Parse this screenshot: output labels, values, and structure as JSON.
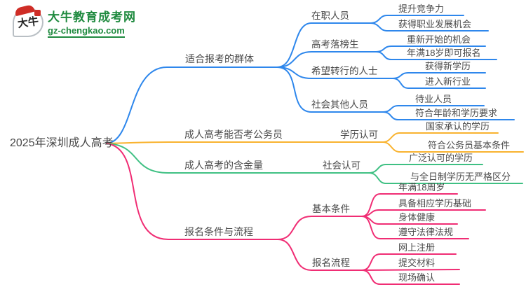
{
  "logo": {
    "icon_text": "大牛",
    "brand": "大牛教育成考网",
    "domain": "gz-chengkao.com",
    "brand_color": "#1f8a3f"
  },
  "root": {
    "label": "2025年深圳成人高考"
  },
  "branches": [
    {
      "label": "适合报考的群体",
      "color": "#2e87ec",
      "children": [
        {
          "label": "在职人员",
          "children": [
            {
              "label": "提升竞争力"
            },
            {
              "label": "获得职业发展机会"
            }
          ]
        },
        {
          "label": "高考落榜生",
          "children": [
            {
              "label": "重新开始的机会"
            },
            {
              "label": "年满18岁即可报名"
            }
          ]
        },
        {
          "label": "希望转行的人士",
          "children": [
            {
              "label": "获得新学历"
            },
            {
              "label": "进入新行业"
            }
          ]
        },
        {
          "label": "社会其他人员",
          "children": [
            {
              "label": "待业人员"
            },
            {
              "label": "符合年龄和学历要求"
            }
          ]
        }
      ]
    },
    {
      "label": "成人高考能否考公务员",
      "color": "#f9b32f",
      "children": [
        {
          "label": "学历认可",
          "children": [
            {
              "label": "国家承认的学历"
            },
            {
              "label": "符合公务员基本条件"
            }
          ]
        }
      ]
    },
    {
      "label": "成人高考的含金量",
      "color": "#3fc083",
      "children": [
        {
          "label": "社会认可",
          "children": [
            {
              "label": "广泛认可的学历"
            },
            {
              "label": "与全日制学历无严格区分"
            }
          ]
        }
      ]
    },
    {
      "label": "报名条件与流程",
      "color": "#f02d74",
      "children": [
        {
          "label": "基本条件",
          "children": [
            {
              "label": "年满18周岁"
            },
            {
              "label": "具备相应学历基础"
            },
            {
              "label": "身体健康"
            },
            {
              "label": "遵守法律法规"
            }
          ]
        },
        {
          "label": "报名流程",
          "children": [
            {
              "label": "网上注册"
            },
            {
              "label": "提交材料"
            },
            {
              "label": "现场确认"
            }
          ]
        }
      ]
    }
  ]
}
